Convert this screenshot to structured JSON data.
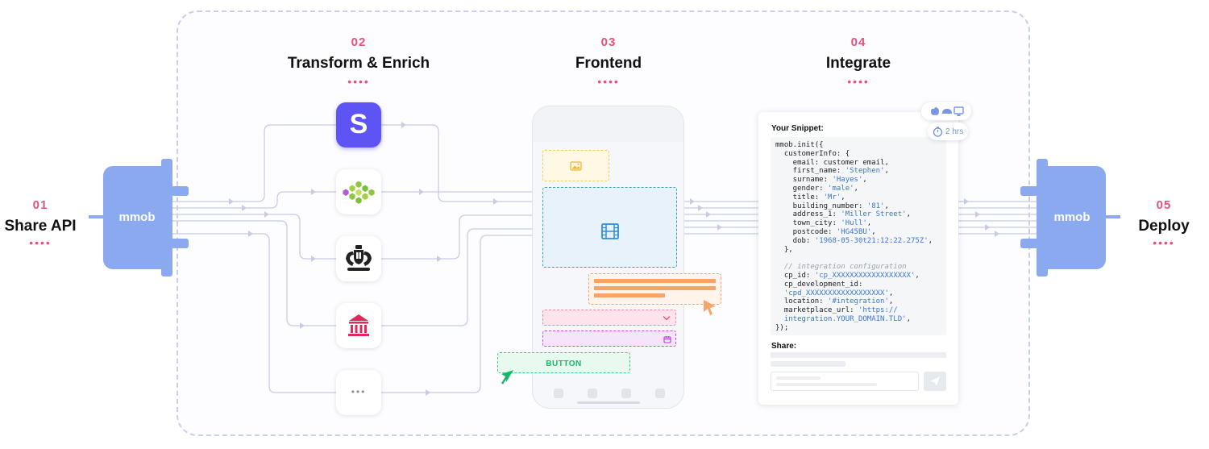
{
  "steps": [
    {
      "num": "01",
      "title": "Share API"
    },
    {
      "num": "02",
      "title": "Transform & Enrich"
    },
    {
      "num": "03",
      "title": "Frontend"
    },
    {
      "num": "04",
      "title": "Integrate"
    },
    {
      "num": "05",
      "title": "Deploy"
    }
  ],
  "dots": "••••",
  "connectors": {
    "left_label": "mmob",
    "right_label": "mmob"
  },
  "services": {
    "stripe_letter": "S",
    "more": "•••"
  },
  "frontend": {
    "button_label": "BUTTON"
  },
  "integrate": {
    "snippet_label": "Your Snippet:",
    "share_label": "Share:",
    "platforms_pill": "",
    "time_label": "2 hrs",
    "code_lines": [
      [
        {
          "t": "mmob.init({"
        }
      ],
      [
        {
          "t": "  customerInfo: {"
        }
      ],
      [
        {
          "t": "    email: customer email,"
        }
      ],
      [
        {
          "t": "    first_name: "
        },
        {
          "t": "'Stephen'",
          "k": "s"
        },
        {
          "t": ","
        }
      ],
      [
        {
          "t": "    surname: "
        },
        {
          "t": "'Hayes'",
          "k": "s"
        },
        {
          "t": ","
        }
      ],
      [
        {
          "t": "    gender: "
        },
        {
          "t": "'male'",
          "k": "s"
        },
        {
          "t": ","
        }
      ],
      [
        {
          "t": "    title: "
        },
        {
          "t": "'Mr'",
          "k": "s"
        },
        {
          "t": ","
        }
      ],
      [
        {
          "t": "    building_number: "
        },
        {
          "t": "'81'",
          "k": "s"
        },
        {
          "t": ","
        }
      ],
      [
        {
          "t": "    address_1: "
        },
        {
          "t": "'Miller Street'",
          "k": "s"
        },
        {
          "t": ","
        }
      ],
      [
        {
          "t": "    town_city: "
        },
        {
          "t": "'Hull'",
          "k": "s"
        },
        {
          "t": ","
        }
      ],
      [
        {
          "t": "    postcode: "
        },
        {
          "t": "'HG45BU'",
          "k": "s"
        },
        {
          "t": ","
        }
      ],
      [
        {
          "t": "    dob: "
        },
        {
          "t": "'1968-05-30t21:12:22.275Z'",
          "k": "s"
        },
        {
          "t": ","
        }
      ],
      [
        {
          "t": "  },"
        }
      ],
      [
        {
          "t": ""
        }
      ],
      [
        {
          "t": "  // integration configuration",
          "k": "c"
        }
      ],
      [
        {
          "t": "  cp_id: "
        },
        {
          "t": "'cp_XXXXXXXXXXXXXXXXXX'",
          "k": "s"
        },
        {
          "t": ","
        }
      ],
      [
        {
          "t": "  cp_development_id:"
        }
      ],
      [
        {
          "t": "  "
        },
        {
          "t": "'cpd_XXXXXXXXXXXXXXXXXX'",
          "k": "s"
        },
        {
          "t": ","
        }
      ],
      [
        {
          "t": "  location: "
        },
        {
          "t": "'#integration'",
          "k": "s"
        },
        {
          "t": ","
        }
      ],
      [
        {
          "t": "  marketplace_url: "
        },
        {
          "t": "'https://",
          "k": "s"
        }
      ],
      [
        {
          "t": "  "
        },
        {
          "t": "integration.YOUR_DOMAIN.TLD'",
          "k": "s"
        },
        {
          "t": ","
        }
      ],
      [
        {
          "t": "});"
        }
      ]
    ]
  },
  "colors": {
    "accent_pink": "#e8507b",
    "mmob_blue": "#8aa9ef",
    "stripe_purple": "#5e54f5",
    "button_green": "#19b869",
    "cursor_orange": "#f7a469",
    "wire": "#c7cce3"
  }
}
